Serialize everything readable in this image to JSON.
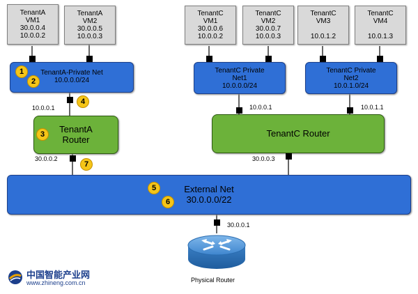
{
  "vms": [
    {
      "tenant": "TenantA",
      "name": "VM1",
      "ip1": "30.0.0.4",
      "ip2": "10.0.0.2"
    },
    {
      "tenant": "TenantA",
      "name": "VM2",
      "ip1": "30.0.0.5",
      "ip2": "10.0.0.3"
    },
    {
      "tenant": "TenantC",
      "name": "VM1",
      "ip1": "30.0.0.6",
      "ip2": "10.0.0.2"
    },
    {
      "tenant": "TenantC",
      "name": "VM2",
      "ip1": "30.0.0.7",
      "ip2": "10.0.0.3"
    },
    {
      "tenant": "TenantC",
      "name": "VM3",
      "ip1": "",
      "ip2": "10.0.1.2"
    },
    {
      "tenant": "TenantC",
      "name": "VM4",
      "ip1": "",
      "ip2": "10.0.1.3"
    }
  ],
  "networks": {
    "tenant_a_private": {
      "name": "TenantA-Private Net",
      "cidr": "10.0.0.0/24"
    },
    "tenant_c_net1": {
      "line1": "TenantC Private",
      "line2": "Net1",
      "cidr": "10.0.0.0/24"
    },
    "tenant_c_net2": {
      "line1": "TenantC Private",
      "line2": "Net2",
      "cidr": "10.0.1.0/24"
    },
    "external": {
      "name": "External Net",
      "cidr": "30.0.0.0/22"
    }
  },
  "routers": {
    "tenant_a": {
      "line1": "TenantA",
      "line2": "Router"
    },
    "tenant_c": {
      "label": "TenantC Router"
    },
    "physical": {
      "label": "Physical Router"
    }
  },
  "port_ips": {
    "a_router_internal": "10.0.0.1",
    "a_router_external": "30.0.0.2",
    "c_router_net1": "10.0.0.1",
    "c_router_net2": "10.0.1.1",
    "c_router_external": "30.0.0.3",
    "physical_router": "30.0.0.1"
  },
  "badges": [
    "1",
    "2",
    "3",
    "4",
    "5",
    "6",
    "7"
  ],
  "watermark": {
    "title": "中国智能产业网",
    "url": "www.zhineng.com.cn"
  },
  "colors": {
    "network": "#2f6fd6",
    "router": "#6cb23a",
    "vm": "#d9d9d9",
    "badge": "#f5c518"
  }
}
